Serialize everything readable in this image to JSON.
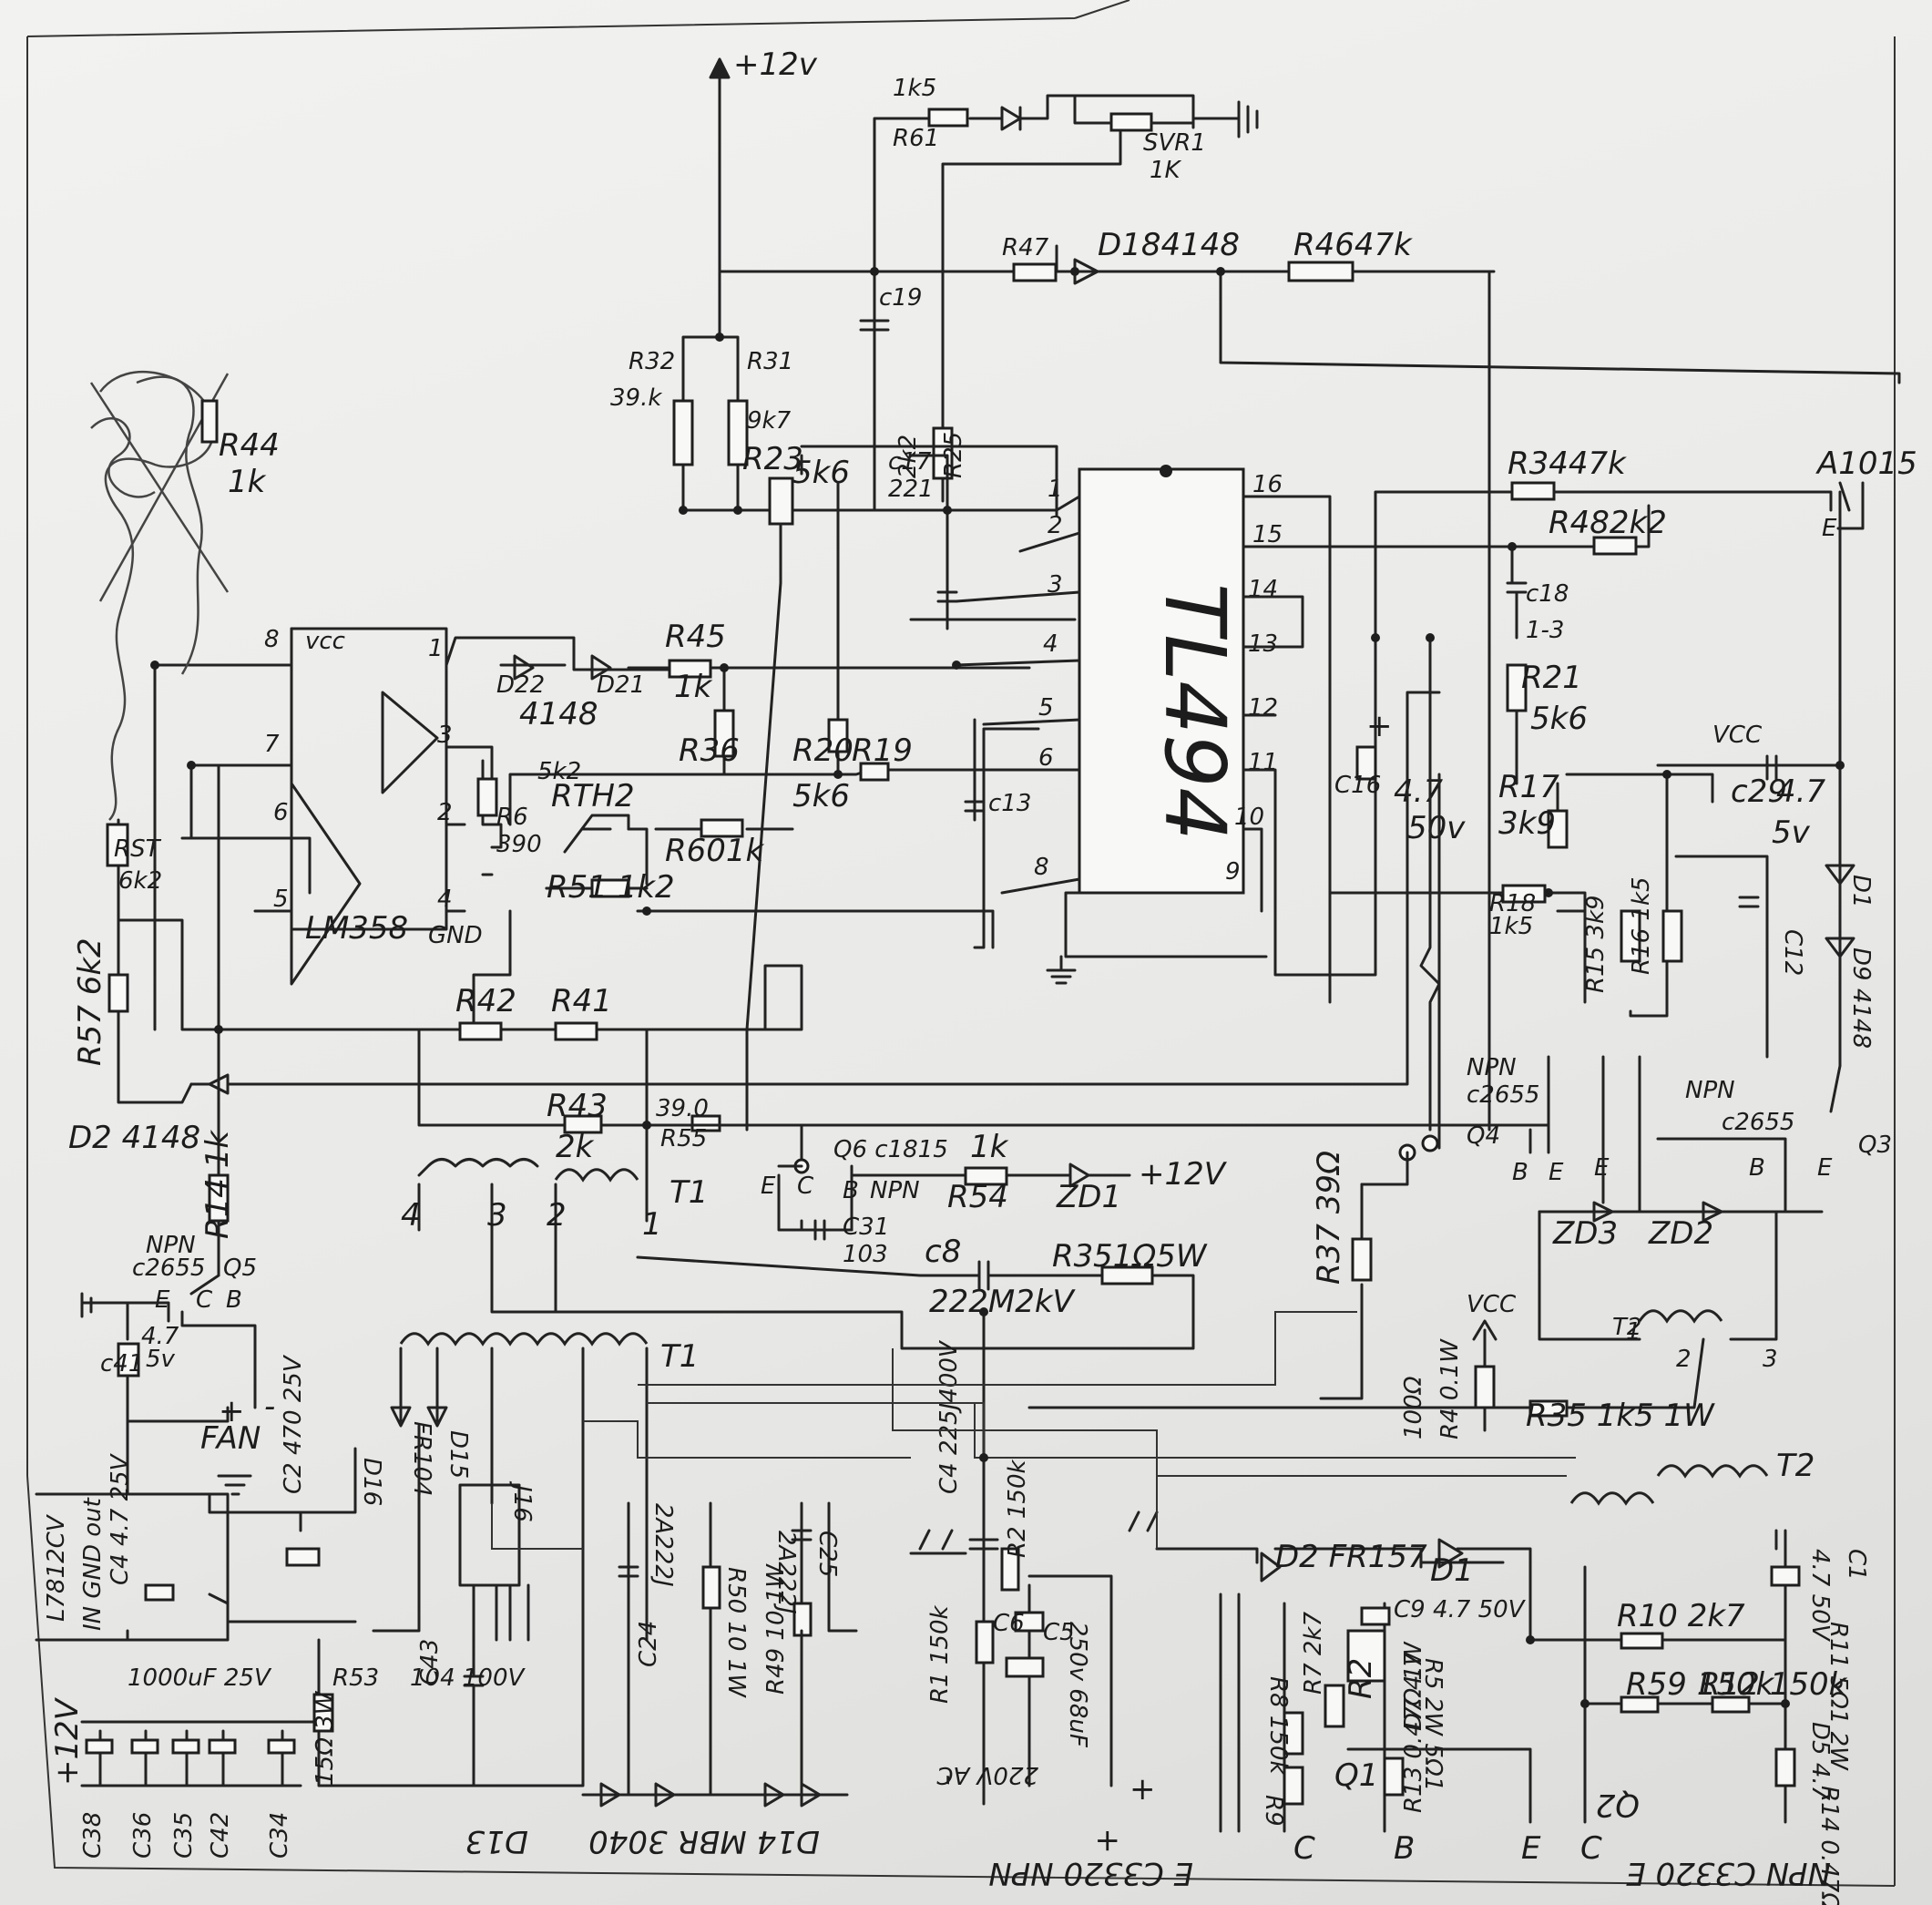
{
  "labels": {
    "vcc_top": "+12v",
    "r61_val": "1k5",
    "r61": "R61",
    "svr1": "SVR1",
    "svr1_val": "1K",
    "r47": "R47",
    "d18": "D184148",
    "r46": "R4647k",
    "c19": "c19",
    "r32": "R32",
    "r32_val": "39.k",
    "r31": "R31",
    "r31_val": "9k7",
    "r25": "R25",
    "r25_val": "2k2",
    "r34": "R3447k",
    "r48": "R482k2",
    "a1015": "A1015",
    "tl494": "TL494",
    "c18": "c18",
    "c18_val": "1-3",
    "r21": "R21",
    "r21_val": "5k6",
    "r17": "R17",
    "r17_val": "3k9",
    "r18": "R18",
    "r18_val": "1k5",
    "c29": "c29",
    "c29_val": "4.7",
    "c29_v": "5v",
    "d1": "D1",
    "d9": "D9 4148",
    "c16": "C16",
    "c16_val": "4.7",
    "c16_v": "50v",
    "r15": "R15 3k9",
    "r16": "R16 1k5",
    "c12": "C12",
    "r23": "R23",
    "r23_val": "5k6",
    "c17": "c17",
    "c17_val": "221",
    "r45": "R45",
    "r45_val": "1k",
    "d22": "D22",
    "d21": "D21",
    "d_4148": "4148",
    "r36": "R36",
    "r20": "R20",
    "r20_val": "5k6",
    "r19": "R19",
    "c13": "c13",
    "rth2": "RTH2",
    "rth2_val": "5k2",
    "r6": "R6",
    "r6_val": "390",
    "r60": "R601k",
    "r51": "R51 1k2",
    "lm358": "LM358",
    "gnd": "GND",
    "vcc_pin": "vcc",
    "r44": "R44",
    "r44_val": "1k",
    "r57": "R57 6k2",
    "rst": "RST",
    "rst_val": "6k2",
    "r42": "R42",
    "r41": "R41",
    "d2": "D2 4148",
    "r43": "R43",
    "r43_val": "2k",
    "r55": "R55",
    "r55_val": "39.0",
    "t1": "T1",
    "q6": "Q6 c1815",
    "r54": "R54",
    "r54_val": "1k",
    "zd1": "ZD1",
    "vcc_12": "+12V",
    "npn": "NPN",
    "c31": "C31",
    "c31_val": "103",
    "r14": "R14 1k",
    "q5": "Q5",
    "c2655": "c2655",
    "c41": "c41",
    "c41_val": "4.7",
    "c41_v": "5v",
    "fan": "FAN",
    "c8": "c8",
    "c8_val": "222M2kV",
    "r3": "R3",
    "r3_val": "51Ω5W",
    "r37": "R37 39Ω",
    "q4": "Q4",
    "q3": "Q3",
    "npn_q3": "NPN",
    "c2655_q3": "c2655",
    "zd3": "ZD3",
    "zd2": "ZD2",
    "t2": "T2",
    "r4": "R4 0.1W",
    "r4_val": "100Ω",
    "r35": "R35 1k5 1W",
    "vcc_r4": "VCC",
    "d16": "D16",
    "fr104": "FR104",
    "d15": "D15",
    "j16": "J16",
    "c2": "C2 470 25V",
    "c4_cap": "C4 4.7 25V",
    "l7812": "L7812CV",
    "l7812_pins": "IN GND out",
    "c24": "C24",
    "c24_val": "2A222J",
    "r50": "R50 10 1W",
    "c25": "C25",
    "c25_val": "2A222J",
    "r49": "R49 10 1W",
    "c43": "C43",
    "c43_val": "104 100V",
    "r53": "R53",
    "r53_val": "15Ω 3W",
    "caps_val": "1000uF 25V",
    "c38": "C38",
    "c36": "C36",
    "c35": "C35",
    "c42": "C42",
    "c34": "C34",
    "v12_out": "+12V",
    "d13": "D13",
    "d14": "D14 MBR 3040",
    "c4": "C4 225J400V",
    "r2": "R2 150k",
    "r1": "R1 150k",
    "c5c6": "250v 68uF",
    "c5": "C5",
    "c6": "C6",
    "ac_in": "220V AC",
    "d2fr": "D2 FR157",
    "d1b": "D1",
    "c9": "C9 4.7 50V",
    "r7": "R7 2k7",
    "r8": "R8 150k",
    "r9": "R9",
    "r2b": "R2",
    "r5": "R5 2W 5Ω1",
    "d7": "D7 4.7",
    "r13": "R13 0.47Ω 1W",
    "c1": "C1",
    "c1_val": "4.7 50V",
    "r10": "R10 2k7",
    "r59": "R59 150k",
    "r12": "R12 150k",
    "d5": "D5 4.7",
    "r11": "R11 5Ω1 2W",
    "r14b": "R14 0.47Ω 1W",
    "q1": "Q1",
    "q2": "Q2",
    "npn_q1": "E C3320 NPN",
    "npn_q2": "NPN C3320 E",
    "pin_e": "E",
    "pin_b": "B",
    "pin_c": "C"
  }
}
